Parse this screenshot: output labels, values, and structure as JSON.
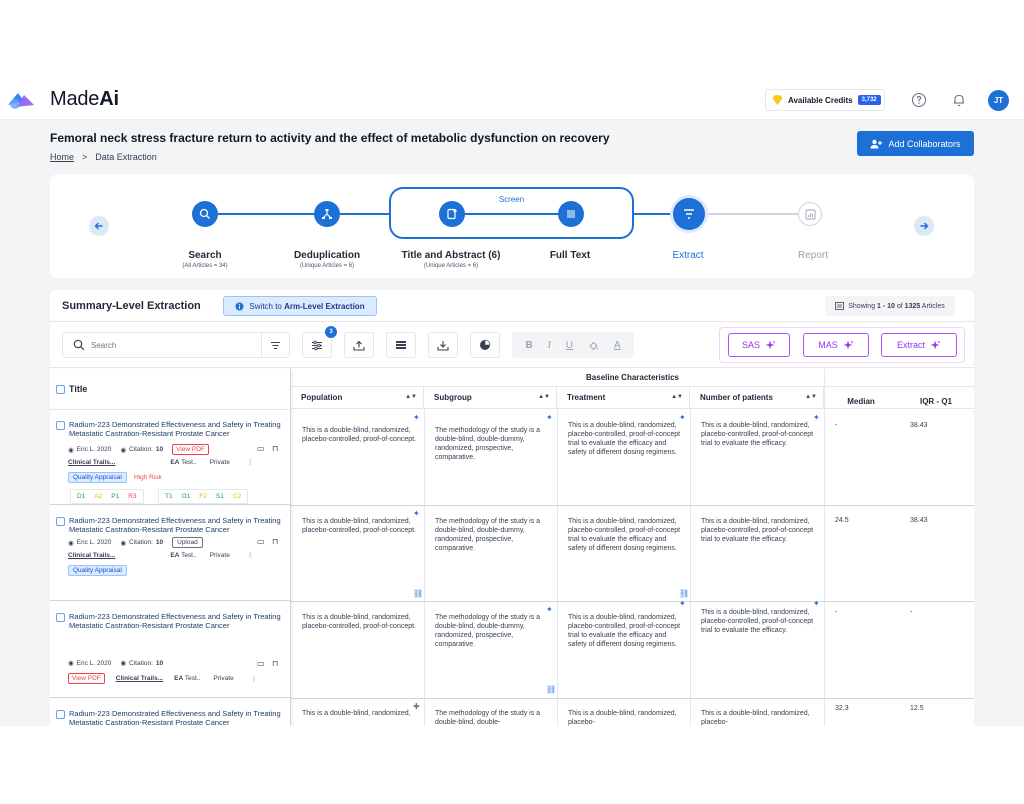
{
  "app": {
    "logo_prefix": "Made",
    "logo_suffix": "Ai",
    "credits_label": "Available Credits",
    "credits_value": "3,732",
    "avatar_initials": "JT"
  },
  "page": {
    "title": "Femoral neck stress fracture return to activity and the effect of metabolic dysfunction on recovery",
    "breadcrumb_home": "Home",
    "breadcrumb_sep": ">",
    "breadcrumb_current": "Data Extraction",
    "add_collaborators": "Add Collaborators"
  },
  "stepper": {
    "screen_label": "Screen",
    "steps": [
      {
        "label": "Search",
        "sub": "(All Articles = 34)"
      },
      {
        "label": "Deduplication",
        "sub": "(Unique Articles = 6)"
      },
      {
        "label": "Title and Abstract (6)",
        "sub": "(Unique Articles = 6)"
      },
      {
        "label": "Full Text",
        "sub": ""
      },
      {
        "label": "Extract",
        "sub": ""
      },
      {
        "label": "Report",
        "sub": ""
      }
    ]
  },
  "extraction": {
    "title": "Summary-Level Extraction",
    "switch_prefix": "Switch to ",
    "switch_bold": "Arm-Level Extraction",
    "showing_prefix": "Showing ",
    "showing_range": "1 - 10",
    "showing_of": " of ",
    "showing_total": "1325",
    "showing_suffix": " Articles",
    "search_placeholder": "Search",
    "filter_badge": "3",
    "format_bold": "B",
    "format_italic": "I",
    "format_underline": "U",
    "format_color": "A",
    "ai_sas": "SAS",
    "ai_mas": "MAS",
    "ai_extract": "Extract"
  },
  "table": {
    "title_header": "Title",
    "group_header": "Baseline Characteristics",
    "columns": [
      "Population",
      "Subgroup",
      "Treatment",
      "Number of patients"
    ],
    "sub_columns": [
      "Median",
      "IQR - Q1"
    ],
    "rows": [
      {
        "title": "Radium-223 Demonstrated Effectiveness and Safety in Treating Metastatic Castration-Resistant Prostate Cancer",
        "author": "Eric L. 2020",
        "citation_label": "Citation:",
        "citation": "10",
        "pdf": "View PDF",
        "trial": "Clinical Trails...",
        "ea": "EA",
        "test": "Test..",
        "privacy": "Private",
        "qa": "Quality Appraisal",
        "risk": "High Risk",
        "d_domains": [
          "D1",
          "A2",
          "P1",
          "R3"
        ],
        "t_domains": [
          "T1",
          "O1",
          "F2",
          "S1",
          "C2"
        ],
        "population": "This is a double-blind, randomized, placebo-controlled, proof-of-concept.",
        "subgroup": "The methodology of the study is a double-blind, double-dummy, randomized, prospective, comparative.",
        "treatment": "This is a double-blind, randomized, placebo-controlled, proof-of-concept trial to evaluate the efficacy and safety of different dosing regimens.",
        "patients": "This is a double-blind, randomized, placebo-controlled, proof-of-concept trial to evaluate the efficacy.",
        "median": "-",
        "iqr": "38.43"
      },
      {
        "title": "Radium-223 Demonstrated Effectiveness and Safety in Treating Metastatic Castration-Resistant Prostate Cancer",
        "author": "Eric L. 2020",
        "citation_label": "Citation:",
        "citation": "10",
        "upload": "Upload",
        "trial": "Clinical Trails...",
        "ea": "EA",
        "test": "Test..",
        "privacy": "Private",
        "qa": "Quality Appraisal",
        "population": "This is a double-blind, randomized, placebo-controlled, proof-of-concept.",
        "subgroup": "The methodology of the study is a double-blind, double-dummy, randomized, prospective, comparative.",
        "treatment": "This is a double-blind, randomized, placebo-controlled, proof-of-concept trial to evaluate the efficacy and safety of different dosing regimens.",
        "patients": "This is a double-blind, randomized, placebo-controlled, proof-of-concept trial to evaluate the efficacy.",
        "median": "24.5",
        "iqr": "38.43"
      },
      {
        "title": "Radium-223 Demonstrated Effectiveness and Safety in Treating Metastatic Castration-Resistant Prostate Cancer",
        "author": "Eric L. 2020",
        "citation_label": "Citation:",
        "citation": "10",
        "pdf": "View PDF",
        "trial": "Clinical Trails...",
        "ea": "EA",
        "test": "Test..",
        "privacy": "Private",
        "population": "This is a double-blind, randomized, placebo-controlled, proof-of-concept.",
        "subgroup": "The methodology of the study is a double-blind, double-dummy, randomized, prospective, comparative.",
        "treatment": "This is a double-blind, randomized, placebo-controlled, proof-of-concept trial to evaluate the efficacy and safety of different dosing regimens.",
        "patients": "This is a double-blind, randomized, placebo-controlled, proof-of-concept trial to evaluate the efficacy.",
        "median": "-",
        "iqr": "-"
      },
      {
        "title": "Radium-223 Demonstrated Effectiveness and Safety in Treating Metastatic Castration-Resistant Prostate Cancer",
        "population": "This is a double-blind, randomized,",
        "subgroup": "The methodology of the study is a double-blind, double-",
        "treatment": "This is a double-blind, randomized, placebo-",
        "patients": "This is a double-blind, randomized, placebo-",
        "median": "32.3",
        "iqr": "12.5"
      }
    ]
  },
  "colors": {
    "primary": "#1d70d6",
    "ai_purple": "#9333ea",
    "risk_red": "#ef4444"
  }
}
